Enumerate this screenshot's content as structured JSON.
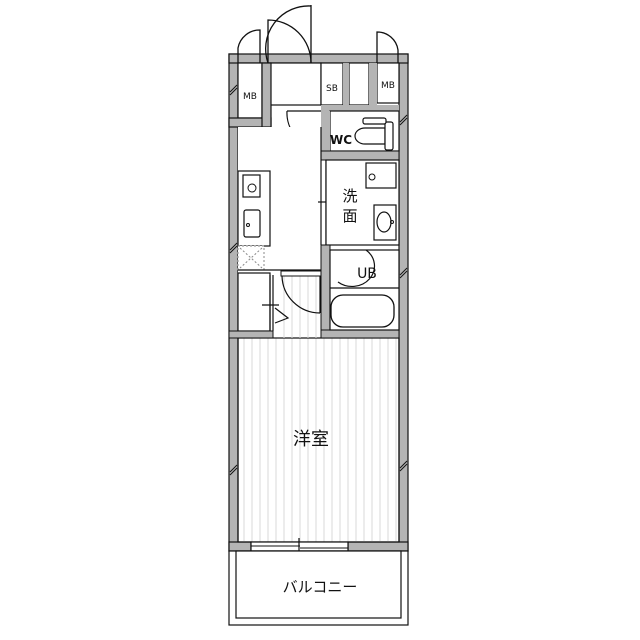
{
  "floorplan": {
    "rooms": {
      "western_room": "洋室",
      "balcony": "バルコニー",
      "washroom_line1": "洗",
      "washroom_line2": "面",
      "unit_bath": "UB",
      "toilet": "WC",
      "shoe_box": "SB",
      "meter_box_left": "MB",
      "meter_box_right": "MB"
    },
    "colors": {
      "wall": "#b4b4b4",
      "line": "#111111",
      "floor_stripe": "#d8d8d8",
      "background": "#ffffff"
    }
  }
}
